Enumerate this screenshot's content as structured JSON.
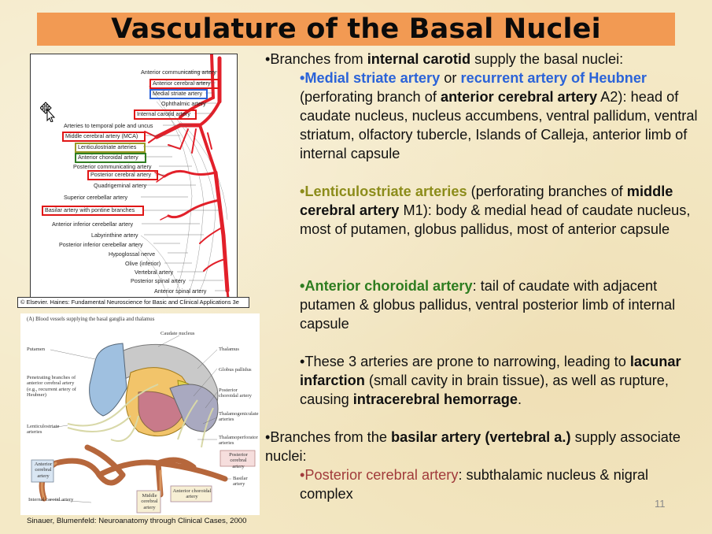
{
  "slide": {
    "title": "Vasculature of the Basal Nuclei",
    "page_number": "11"
  },
  "figure1": {
    "credit": "© Elsevier. Haines: Fundamental Neuroscience for Basic and Clinical Applications 3e",
    "labels": {
      "acomm": "Anterior communicating artery",
      "aca": "Anterior cerebral artery",
      "msa": "Medial striate artery",
      "ophth": "Ophthalmic artery",
      "ica": "Internal carotid artery",
      "temporal": "Arteries to temporal pole and uncus",
      "mca": "Middle cerebral artery (MCA)",
      "lsa": "Lenticulostriate arteries",
      "acha": "Anterior choroidal artery",
      "pcomm": "Posterior communicating artery",
      "pca": "Posterior cerebral artery",
      "quad": "Quadrigeminal artery",
      "sca": "Superior cerebellar artery",
      "basilar": "Basilar artery with pontine branches",
      "aica": "Anterior inferior cerebellar artery",
      "labyr": "Labyrinthine artery",
      "pica": "Posterior inferior cerebellar artery",
      "hypo": "Hypoglossal nerve",
      "olive": "Olive (inferior)",
      "vert": "Vertebral artery",
      "psa": "Posterior spinal artery",
      "asa": "Anterior spinal artery"
    }
  },
  "figure2": {
    "caption": "(A) Blood vessels supplying the basal ganglia and thalamus",
    "credit": "Sinauer, Blumenfeld: Neuroanatomy through Clinical Cases, 2000",
    "labels": {
      "caudate": "Caudate nucleus",
      "putamen": "Putamen",
      "thalamus": "Thalamus",
      "penetrating": "Penetrating branches of anterior cerebral artery (e.g., recurrent artery of Heubner)",
      "gp": "Globus pallidus",
      "pchor": "Posterior choroidal artery",
      "thgen": "Thalamogeniculate arteries",
      "lsa": "Lenticulostriate arteries",
      "thperf": "Thalamoperforator arteries",
      "pca": "Posterior cerebral artery",
      "aca": "Anterior cerebral artery",
      "basilar": "Basilar artery",
      "ica": "Internal carotid artery",
      "mca": "Middle cerebral artery",
      "achor": "Anterior choroidal artery"
    }
  },
  "body": {
    "b1": {
      "prefix": "•Branches from ",
      "bold": "internal carotid",
      "suffix": " supply the basal nuclei:"
    },
    "b1a": {
      "name1": "•Medial striate artery",
      "or": "  or ",
      "name2": "recurrent artery of Heubner",
      "l2a": "(perforating branch of ",
      "l2b": "anterior cerebral artery",
      "l2c": " A2):",
      "rest": "head of caudate nucleus, nucleus accumbens, ventral pallidum, ventral striatum, olfactory tubercle, Islands of Calleja, anterior limb of internal capsule"
    },
    "b1b": {
      "name": "•Lenticulostriate arteries",
      "t1": " (perforating branches of ",
      "bold": "middle cerebral artery",
      "t2": " M1): body & medial head of caudate nucleus, most of putamen, globus pallidus, most of anterior capsule"
    },
    "b1c": {
      "name": "•Anterior choroidal artery",
      "t1": ": tail of caudate with adjacent putamen & globus pallidus, ventral posterior limb of internal capsule"
    },
    "b1d": {
      "t1": "•These 3 arteries are prone to narrowing, leading to ",
      "bold1": "lacunar infarction",
      "t2": " (small cavity in brain tissue), as well as rupture, causing ",
      "bold2": "intracerebral hemorrage",
      "t3": "."
    },
    "b2": {
      "prefix": "•Branches from the ",
      "bold": "basilar artery (vertebral a.)",
      "suffix": " supply associate nuclei:"
    },
    "b2a": {
      "name": "•Posterior cerebral artery",
      "rest": ": subthalamic nucleus & nigral complex"
    }
  },
  "colors": {
    "title_bg": "#f29a53",
    "blue": "#2b63d8",
    "olive": "#8c8c1a",
    "green": "#2e7d20",
    "maroon": "#a13b3b",
    "box_red": "#e01616",
    "artery_red": "#e2202a"
  }
}
